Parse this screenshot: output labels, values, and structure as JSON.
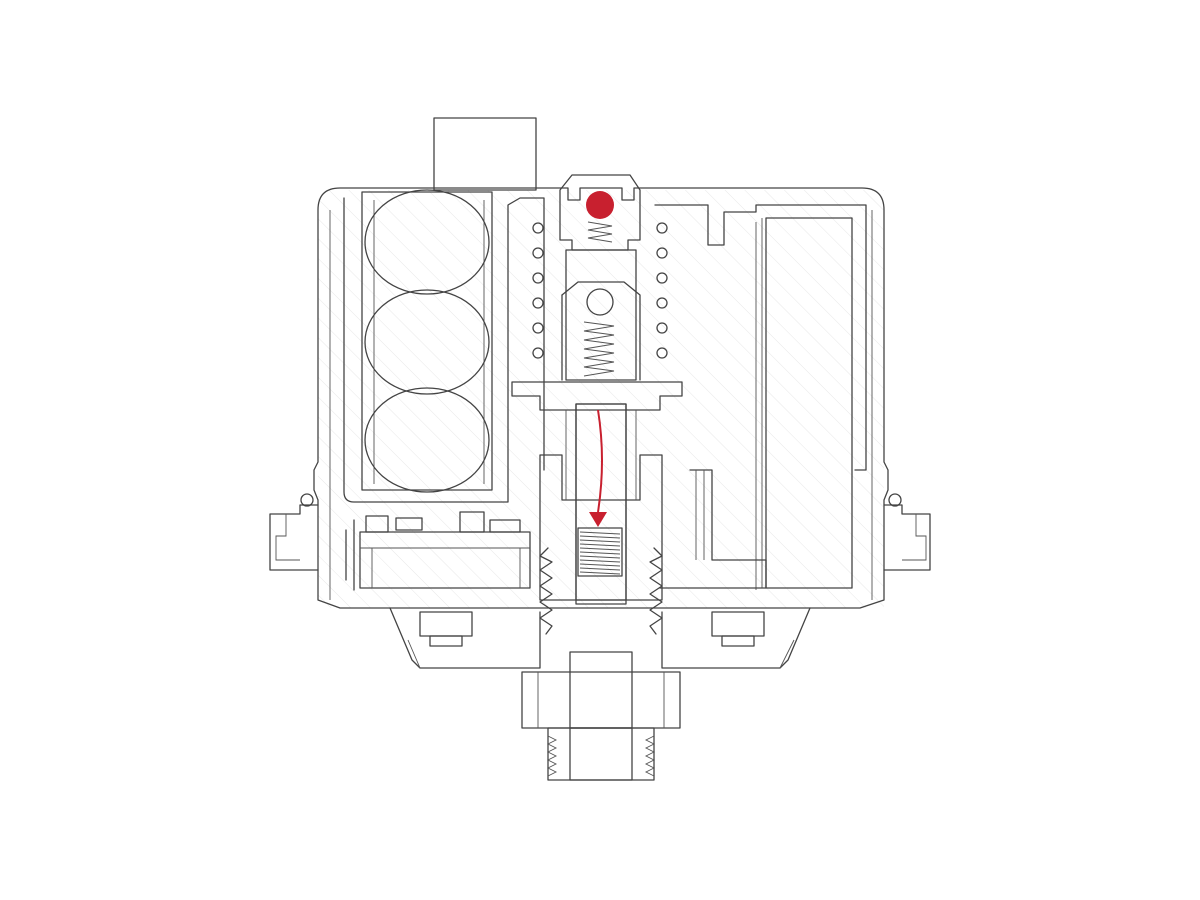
{
  "diagram": {
    "subject": "valve-actuator-cross-section",
    "colors": {
      "line": "#444444",
      "hatch": "#d6d6d6",
      "accent": "#c8202f",
      "background": "#ffffff"
    },
    "highlights": [
      {
        "name": "indicator-dot",
        "color": "#c8202f"
      },
      {
        "name": "flow-direction-arrow",
        "color": "#c8202f",
        "direction": "down"
      }
    ]
  }
}
